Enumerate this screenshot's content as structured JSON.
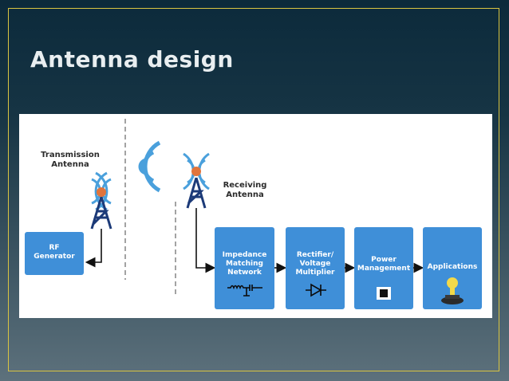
{
  "slide": {
    "title": "Antenna design"
  },
  "diagram": {
    "transmission_label": [
      "Transmission",
      "Antenna"
    ],
    "receiving_label": [
      "Receiving",
      "Antenna"
    ],
    "rf_generator": [
      "RF",
      "Generator"
    ],
    "impedance": [
      "Impedance",
      "Matching",
      "Network"
    ],
    "rectifier": [
      "Rectifier/",
      "Voltage",
      "Multiplier"
    ],
    "power": [
      "Power",
      "Management"
    ],
    "applications": [
      "Applications"
    ]
  },
  "colors": {
    "box_fill": "#3f8fd8",
    "antenna_blue": "#1c3a78",
    "antenna_node": "#e1743c",
    "wave_blue": "#4aa0dc",
    "frame": "#d9c441"
  }
}
